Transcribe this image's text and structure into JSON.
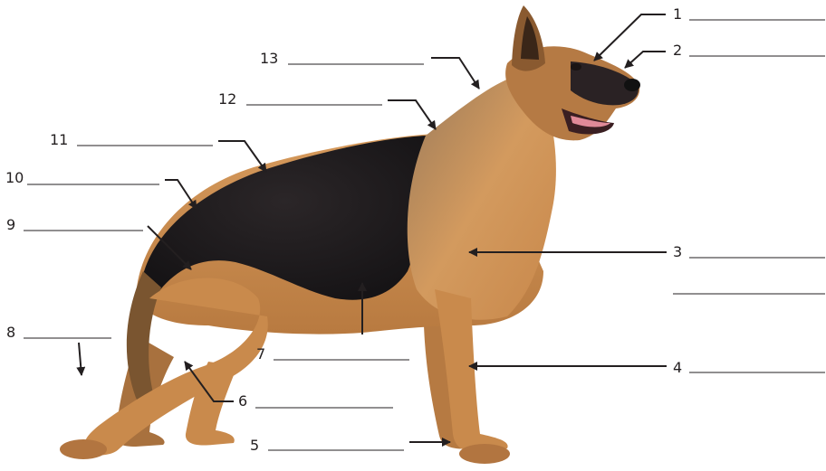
{
  "labels": [
    {
      "id": "1",
      "text": "1"
    },
    {
      "id": "2",
      "text": "2"
    },
    {
      "id": "3",
      "text": "3"
    },
    {
      "id": "4",
      "text": "4"
    },
    {
      "id": "5",
      "text": "5"
    },
    {
      "id": "6",
      "text": "6"
    },
    {
      "id": "7",
      "text": "7"
    },
    {
      "id": "8",
      "text": "8"
    },
    {
      "id": "9",
      "text": "9"
    },
    {
      "id": "10",
      "text": "10"
    },
    {
      "id": "11",
      "text": "11"
    },
    {
      "id": "12",
      "text": "12"
    },
    {
      "id": "13",
      "text": "13"
    }
  ],
  "colors": {
    "ink": "#231f20",
    "coat_tan": "#c8874a",
    "coat_tan_light": "#e2b27e",
    "saddle_black": "#1d1a1c",
    "background": "#ffffff"
  },
  "image": {
    "subject": "german-shepherd-dog-standing-side-view"
  }
}
